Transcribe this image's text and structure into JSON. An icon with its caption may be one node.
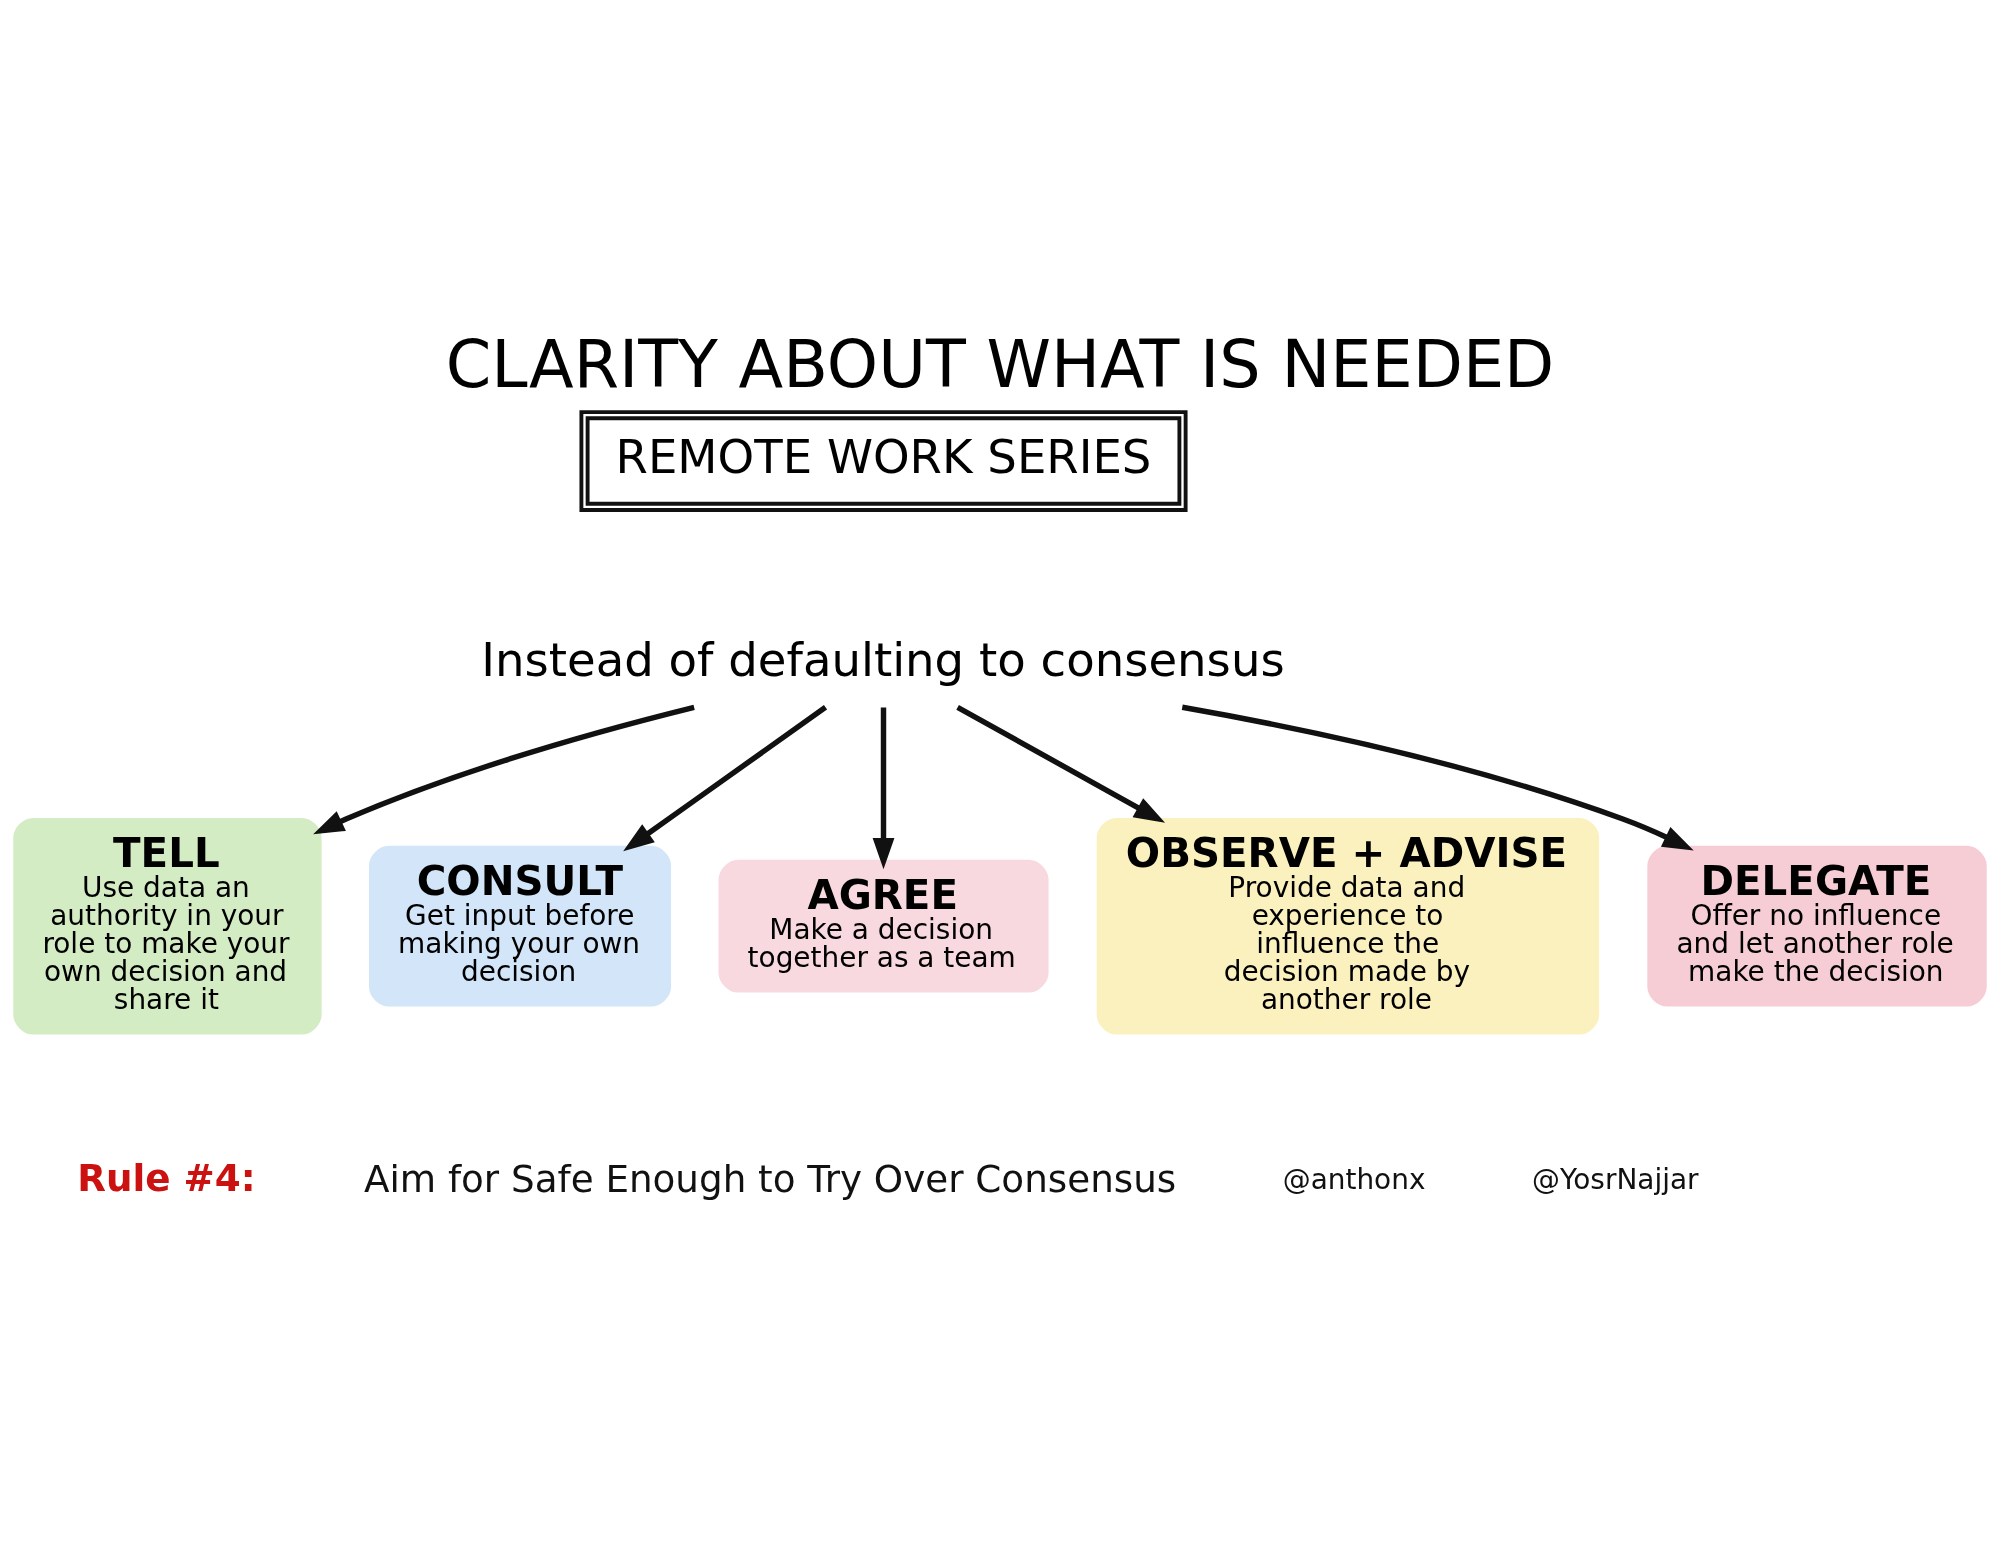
{
  "diagram": {
    "title": "CLARITY ABOUT WHAT IS NEEDED",
    "nodes": [
      {
        "text": [
          "REMOTE WORK SERIES"
        ]
      },
      {
        "text": [
          "Instead of defaulting to consensus"
        ]
      },
      {
        "text": [
          "TELL",
          "Use data an authority in your role to make your own decision and share it"
        ]
      },
      {
        "text": [
          "CONSULT",
          "Get input before making your own decision"
        ]
      },
      {
        "text": [
          "AGREE",
          "Make a decision together as a team"
        ]
      },
      {
        "text": [
          "OBSERVE + ADVISE",
          "Provide data and experience to influence the decision made by another role"
        ]
      },
      {
        "text": [
          "DELEGATE",
          "Offer no influence and let another role make the decision"
        ]
      }
    ],
    "edges": [
      {
        "from": 1,
        "to": 2,
        "arrow": "to"
      },
      {
        "from": 1,
        "to": 3,
        "arrow": "to"
      },
      {
        "from": 1,
        "to": 4,
        "arrow": "to"
      },
      {
        "from": 1,
        "to": 5,
        "arrow": "to"
      },
      {
        "from": 1,
        "to": 6,
        "arrow": "to"
      }
    ],
    "labels": [
      "Rule #4:",
      "Aim for Safe Enough to Try Over Consensus",
      "@anthonx",
      "@YosrNajjar"
    ]
  }
}
